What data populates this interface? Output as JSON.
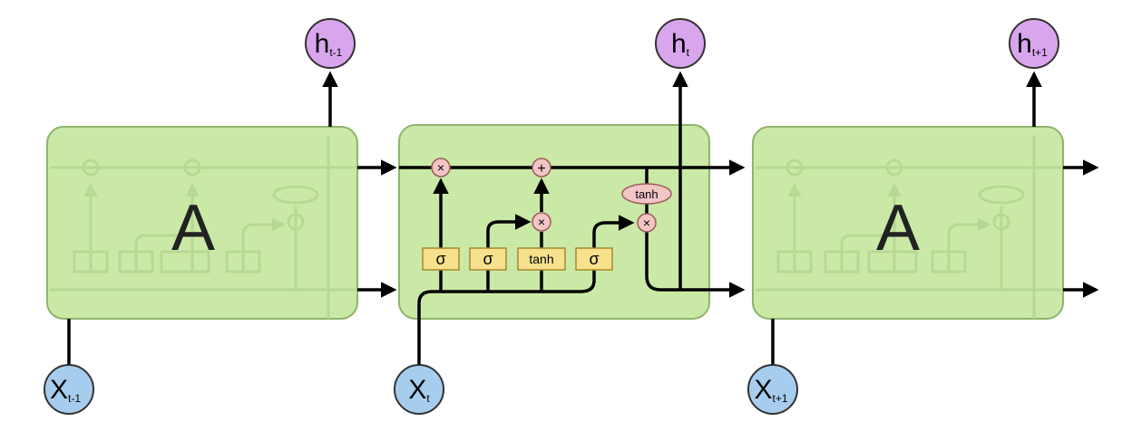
{
  "diagram": {
    "cells": [
      {
        "label": "A"
      },
      {
        "label": ""
      },
      {
        "label": "A"
      }
    ],
    "inputs": [
      {
        "base": "X",
        "sub": "t-1"
      },
      {
        "base": "X",
        "sub": "t"
      },
      {
        "base": "X",
        "sub": "t+1"
      }
    ],
    "outputs": [
      {
        "base": "h",
        "sub": "t-1"
      },
      {
        "base": "h",
        "sub": "t"
      },
      {
        "base": "h",
        "sub": "t+1"
      }
    ],
    "gates": {
      "sigma": "σ",
      "tanh": "tanh",
      "multiply": "×",
      "add": "+"
    },
    "colors": {
      "cell_fill": "#cbe9a6",
      "cell_border": "#8fb36c",
      "gate_fill": "#f7e18c",
      "gate_border": "#a68a2c",
      "op_fill": "#f3c5c5",
      "op_border": "#9a5b5b",
      "input_fill": "#a6cdee",
      "output_fill": "#d9a6ee",
      "line": "#000000"
    }
  }
}
